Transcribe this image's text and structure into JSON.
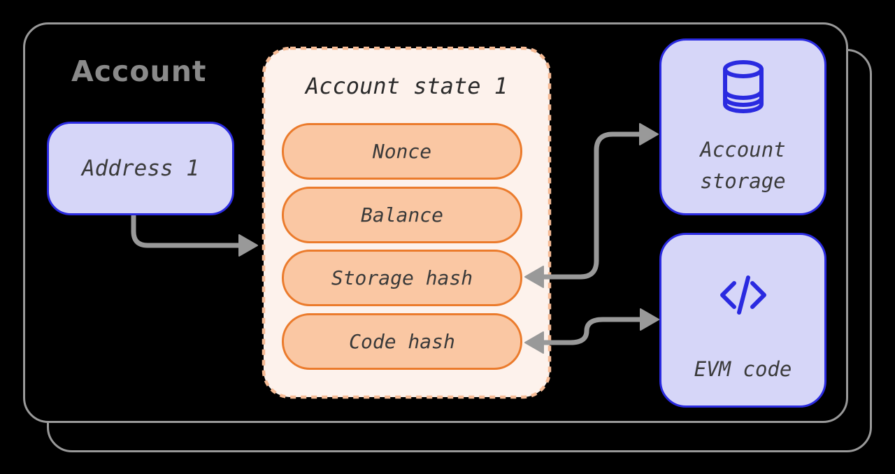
{
  "diagram": {
    "title": "Account",
    "address_box": {
      "label": "Address 1"
    },
    "state_box": {
      "title": "Account state 1",
      "fields": [
        {
          "label": "Nonce"
        },
        {
          "label": "Balance"
        },
        {
          "label": "Storage hash"
        },
        {
          "label": "Code hash"
        }
      ]
    },
    "storage_box": {
      "label_line1": "Account",
      "label_line2": "storage",
      "icon": "database"
    },
    "evm_box": {
      "label": "EVM code",
      "icon": "code-brackets"
    },
    "arrows": [
      {
        "from": "address-box",
        "to": "account-state-box",
        "direction": "one-way"
      },
      {
        "from": "storage-hash-field",
        "to": "account-storage-box",
        "direction": "two-way"
      },
      {
        "from": "code-hash-field",
        "to": "evm-code-box",
        "direction": "two-way"
      }
    ],
    "colors": {
      "outline_gray": "#999999",
      "title_text": "#8a8a8a",
      "lavender_fill": "#d6d6f8",
      "blue_border": "#2b2be0",
      "state_fill": "#fdf2ec",
      "state_dash": "#f6bb95",
      "pill_fill": "#fac7a3",
      "pill_border": "#eb7b2c",
      "dark_text": "#3b3b3b",
      "arrow_gray": "#999999"
    }
  }
}
